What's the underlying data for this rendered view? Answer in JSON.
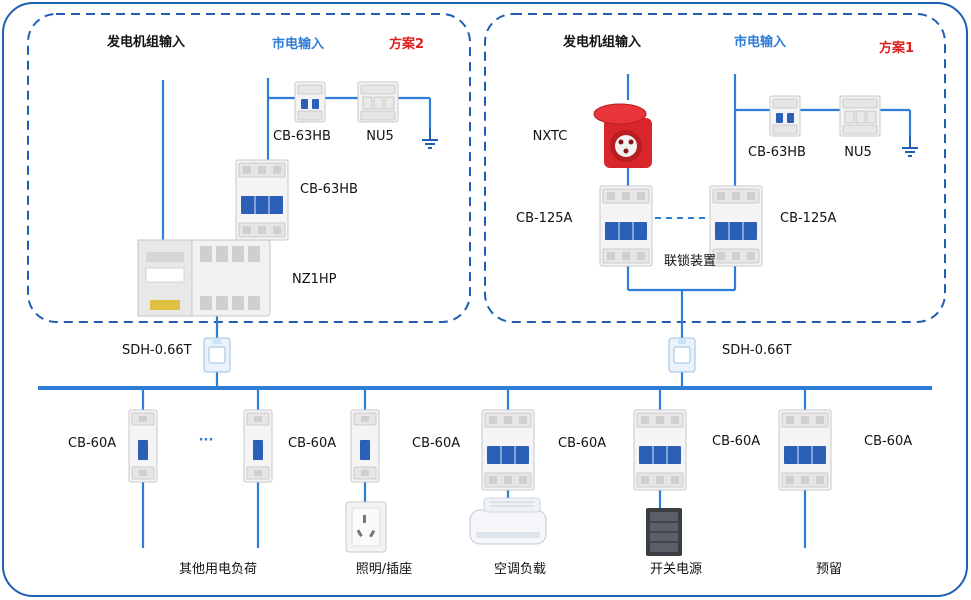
{
  "scheme2": {
    "title": "方案2",
    "generator_label": "发电机组输入",
    "mains_label": "市电输入",
    "breaker_small": "CB-63HB",
    "surge": "NU5",
    "breaker_main": "CB-63HB",
    "ats": "NZ1HP",
    "ct": "SDH-0.66T"
  },
  "scheme1": {
    "title": "方案1",
    "generator_label": "发电机组输入",
    "mains_label": "市电输入",
    "socket": "NXTC",
    "breaker_small": "CB-63HB",
    "surge": "NU5",
    "breaker_left": "CB-125A",
    "breaker_right": "CB-125A",
    "interlock": "联锁装置",
    "ct": "SDH-0.66T"
  },
  "branches": [
    {
      "breaker": "CB-60A",
      "load": "其他用电负荷",
      "load_icon": "none"
    },
    {
      "breaker": "CB-60A",
      "load": "",
      "load_icon": "none"
    },
    {
      "breaker": "CB-60A",
      "load": "照明/插座",
      "load_icon": "wall-socket"
    },
    {
      "breaker": "CB-60A",
      "load": "空调负载",
      "load_icon": "air-conditioner"
    },
    {
      "breaker": "CB-60A",
      "load": "开关电源",
      "load_icon": "power-cabinet"
    },
    {
      "breaker": "CB-60A",
      "load": "预留",
      "load_icon": "none"
    }
  ],
  "ellipsis": "···",
  "colors": {
    "wire": "#2e7dd7",
    "frame": "#1f5fb3",
    "lever": "#2b5fb8",
    "title_red": "#e02020"
  }
}
